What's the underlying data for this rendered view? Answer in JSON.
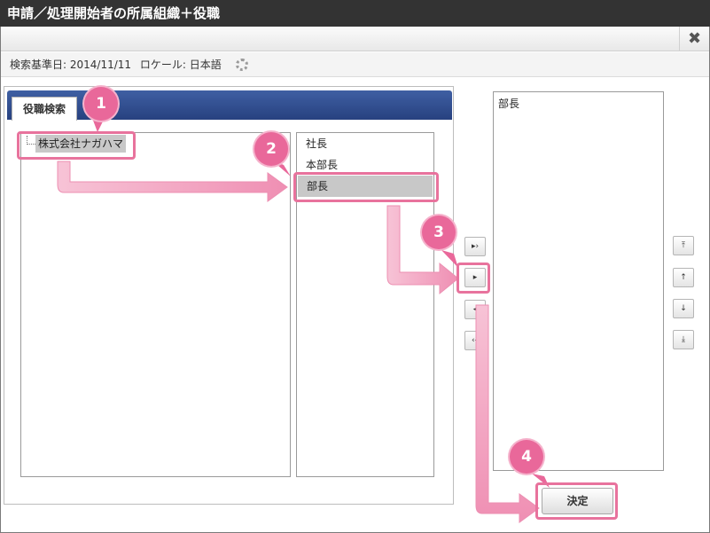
{
  "window": {
    "title": "申請／処理開始者の所属組織＋役職"
  },
  "toolbar": {
    "close_glyph": "✖"
  },
  "info": {
    "search_date_label": "検索基準日: 2014/11/11",
    "locale_label": "ロケール: 日本語"
  },
  "tabs": [
    {
      "label": "役職検索"
    }
  ],
  "tree": {
    "root_label": "株式会社ナガハマ"
  },
  "positions": {
    "items": [
      "社長",
      "本部長",
      "部長"
    ],
    "selected_index": 2
  },
  "move_buttons": {
    "add_all": "▸›",
    "add": "▸",
    "remove": "◂",
    "remove_all": "‹◂"
  },
  "order_buttons": {
    "top": "⤒",
    "up": "↑",
    "down": "↓",
    "bottom": "⤓"
  },
  "selected": {
    "items": [
      "部長"
    ]
  },
  "decide_label": "決定",
  "annotations": {
    "badges": [
      "1",
      "2",
      "3",
      "4"
    ]
  },
  "colors": {
    "accent": "#e9689a",
    "tab_bar": "#2d4a8a",
    "title_bar": "#333333"
  }
}
